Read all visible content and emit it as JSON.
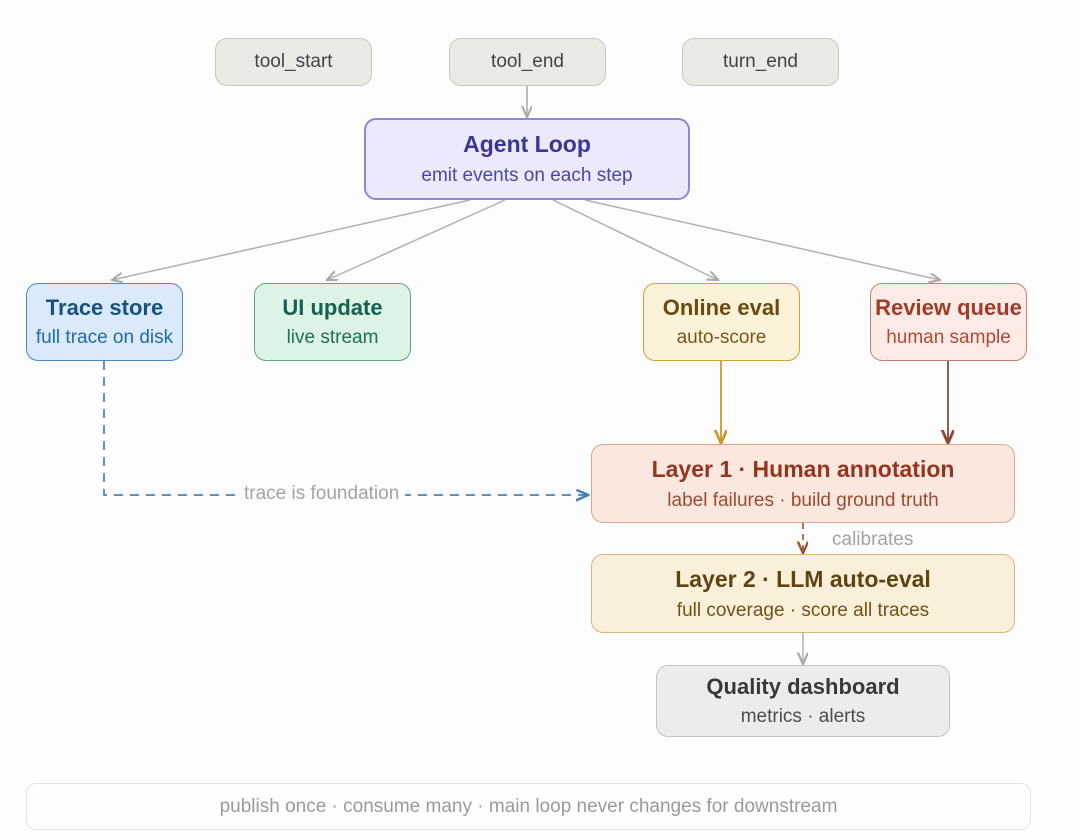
{
  "diagram": {
    "background": "#fdfdfd",
    "events": [
      {
        "label": "tool_start"
      },
      {
        "label": "tool_end"
      },
      {
        "label": "turn_end"
      }
    ],
    "agent_loop": {
      "title": "Agent Loop",
      "subtitle": "emit events on each step",
      "color": "#3b3598"
    },
    "consumers": [
      {
        "title": "Trace store",
        "subtitle": "full trace on disk",
        "color": "#15537f"
      },
      {
        "title": "UI update",
        "subtitle": "live stream",
        "color": "#14644b"
      },
      {
        "title": "Online eval",
        "subtitle": "auto-score",
        "color": "#6b4a11"
      },
      {
        "title": "Review queue",
        "subtitle": "human sample",
        "color": "#a03b28"
      }
    ],
    "pipeline": [
      {
        "title": "Layer 1 · Human annotation",
        "subtitle": "label failures · build ground truth",
        "color": "#96341f"
      },
      {
        "title": "Layer 2 · LLM auto-eval",
        "subtitle": "full coverage · score all traces",
        "color": "#5e4411"
      },
      {
        "title": "Quality dashboard",
        "subtitle": "metrics · alerts",
        "color": "#393939"
      }
    ],
    "edge_labels": {
      "trace_foundation": "trace is foundation",
      "calibrates": "calibrates"
    },
    "footer": "publish once · consume many · main loop never changes for downstream"
  }
}
